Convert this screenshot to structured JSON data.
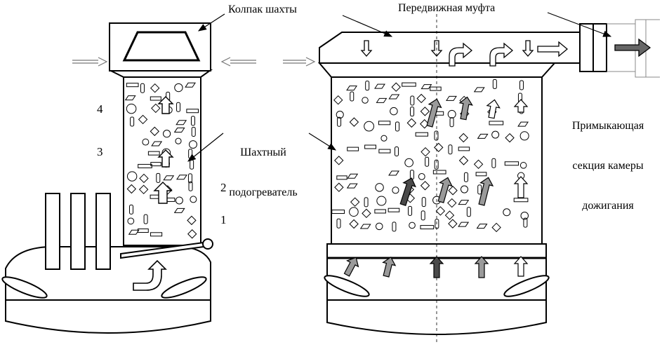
{
  "labels": {
    "shaft_cap": "Колпак шахты",
    "moving_coupling": "Передвижная муфта",
    "shaft_heater_line1": "Шахтный",
    "shaft_heater_line2": "подогреватель",
    "adjacent_section_line1": "Примыкающая",
    "adjacent_section_line2": "секция камеры",
    "adjacent_section_line3": "дожигания"
  },
  "numbers": {
    "n4": "4",
    "n3": "3",
    "n2": "2",
    "n1": "1"
  },
  "colors": {
    "ink": "#000000",
    "fill": "#ffffff",
    "arrow_gray": "#9a9a9a",
    "arrow_dark": "#4a4a4a"
  }
}
